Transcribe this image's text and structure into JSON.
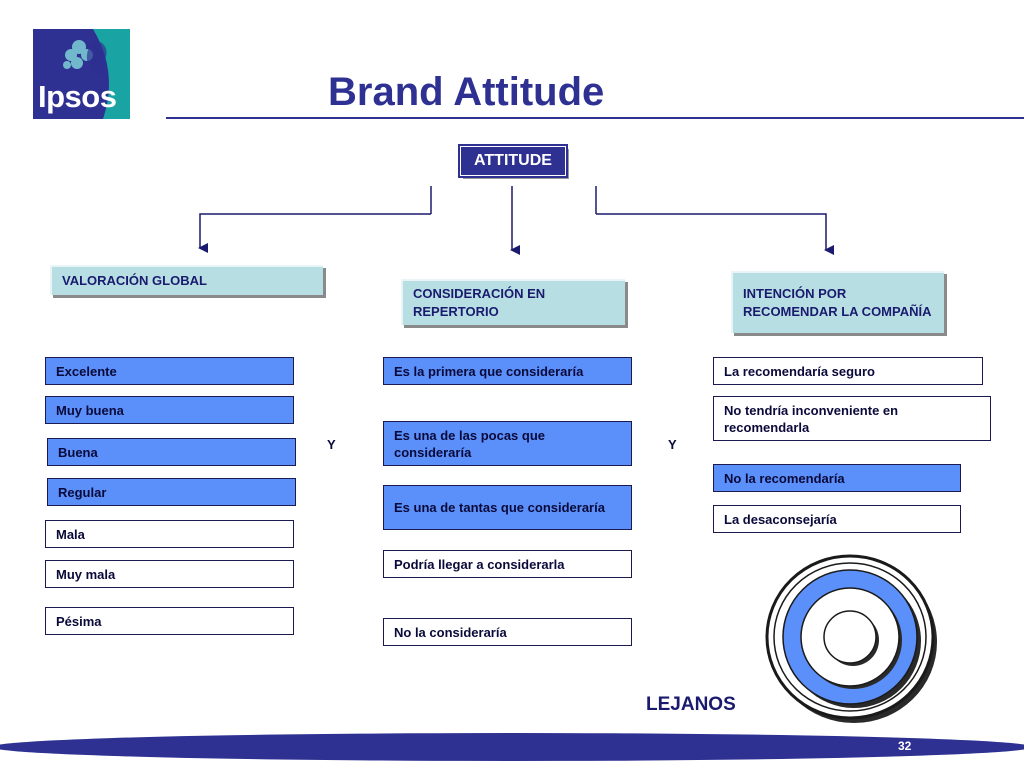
{
  "logo": {
    "text": "Ipsos",
    "color_dark": "#2e3192",
    "color_teal": "#1aa3a3"
  },
  "title": "Brand Attitude",
  "root": "ATTITUDE",
  "columns": [
    {
      "header": "VALORACIÓN GLOBAL",
      "options": [
        {
          "label": "Excelente",
          "style": "blue"
        },
        {
          "label": "Muy buena",
          "style": "blue"
        },
        {
          "label": "Buena",
          "style": "blue"
        },
        {
          "label": "Regular",
          "style": "blue"
        },
        {
          "label": "Mala",
          "style": "white"
        },
        {
          "label": "Muy mala",
          "style": "white"
        },
        {
          "label": "Pésima",
          "style": "white"
        }
      ]
    },
    {
      "header": "CONSIDERACIÓN EN REPERTORIO",
      "options": [
        {
          "label": "Es la primera que consideraría",
          "style": "blue"
        },
        {
          "label": "Es una de las pocas que consideraría",
          "style": "blue"
        },
        {
          "label": "Es una de tantas que consideraría",
          "style": "blue"
        },
        {
          "label": "Podría llegar a considerarla",
          "style": "white"
        },
        {
          "label": "No la consideraría",
          "style": "white"
        }
      ]
    },
    {
      "header": "INTENCIÓN POR RECOMENDAR LA COMPAÑÍA",
      "options": [
        {
          "label": "La recomendaría seguro",
          "style": "white"
        },
        {
          "label": "No tendría inconveniente en recomendarla",
          "style": "white"
        },
        {
          "label": "No la recomendaría",
          "style": "blue"
        },
        {
          "label": "La desaconsejaría",
          "style": "white"
        }
      ]
    }
  ],
  "connector_labels": [
    "Y",
    "Y"
  ],
  "target_label": "LEJANOS",
  "page_number": "32",
  "colors": {
    "navy": "#2e3192",
    "option_blue": "#5b8ff9",
    "header_teal": "#b7dfe3"
  }
}
